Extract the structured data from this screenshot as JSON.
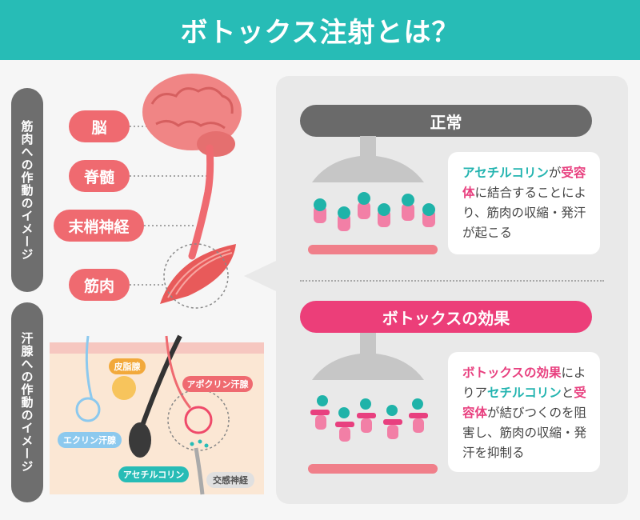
{
  "header": {
    "title": "ボトックス注射とは？"
  },
  "side_tabs": {
    "muscle": "筋肉への作動のイメージ",
    "sweat": "汗腺への作動のイメージ"
  },
  "labels": {
    "brain": "脳",
    "spine": "脊髄",
    "nerve": "末梢神経",
    "muscle": "筋肉"
  },
  "sweat_labels": {
    "sebaceous": "皮脂腺",
    "apocrine": "アポクリン汗腺",
    "eccrine": "エクリン汗腺",
    "acetylcholine": "アセチルコリン",
    "sympathetic": "交感神経"
  },
  "normal": {
    "title": "正常",
    "t1": "アセチルコリン",
    "t2": "が",
    "t3": "受容体",
    "t4": "に結合することにより、筋肉の収縮・発汗が起こる"
  },
  "botox": {
    "title": "ボトックスの効果",
    "t1": "ボトックスの効果",
    "t2": "によりア",
    "t3": "セチルコリン",
    "t4": "と",
    "t5": "受容体",
    "t6": "が結びつくのを阻害し、筋肉の収縮・発汗を抑制る"
  },
  "colors": {
    "teal": "#27bcb6",
    "pink": "#ec3e79",
    "coral": "#ef6a70",
    "gray": "#6a6a6a"
  }
}
